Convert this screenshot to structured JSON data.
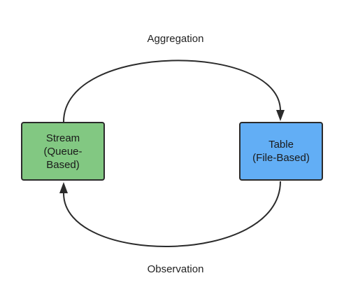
{
  "nodes": {
    "stream": {
      "lines": [
        "Stream",
        "(Queue-",
        "Based)"
      ],
      "fill": "#82c882"
    },
    "table": {
      "lines": [
        "Table",
        "(File-Based)"
      ],
      "fill": "#62aef5"
    }
  },
  "edges": {
    "top": {
      "label": "Aggregation"
    },
    "bottom": {
      "label": "Observation"
    }
  },
  "colors": {
    "stroke": "#2b2b2b",
    "background": "#ffffff"
  }
}
